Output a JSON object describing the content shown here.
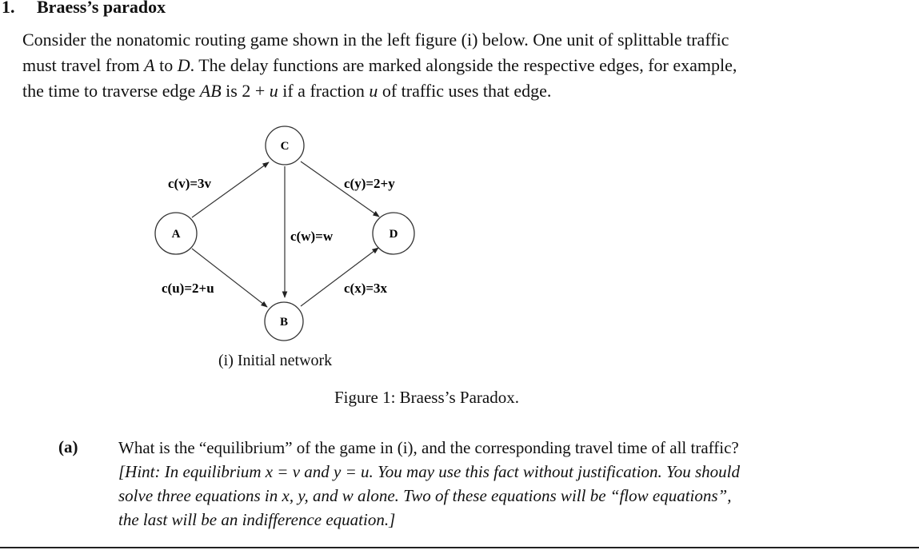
{
  "section": {
    "number": "1.",
    "title": "Braess’s paradox"
  },
  "intro": {
    "line1": "Consider the nonatomic routing game shown in the left figure (i) below. One unit of splittable traffic",
    "line2_a": "must travel from ",
    "line2_A": "A",
    "line2_b": " to ",
    "line2_D": "D",
    "line2_c": ". The delay functions are marked alongside the respective edges, for example,",
    "line3_a": "the time to traverse edge ",
    "line3_AB": "AB",
    "line3_b": " is 2 + ",
    "line3_u": "u",
    "line3_c": " if a fraction ",
    "line3_u2": "u",
    "line3_d": " of traffic uses that edge."
  },
  "diagram": {
    "nodes": {
      "A": "A",
      "B": "B",
      "C": "C",
      "D": "D"
    },
    "edges": {
      "AC": "c(v)=3v",
      "CD": "c(y)=2+y",
      "CB": "c(w)=w",
      "AB": "c(u)=2+u",
      "BD": "c(x)=3x"
    },
    "subcaption": "(i) Initial network"
  },
  "figure_caption": "Figure 1: Braess’s Paradox.",
  "part_a": {
    "label": "(a)",
    "question": "What is the “equilibrium” of the game in (i), and the corresponding travel time of all traffic?",
    "hint_line1": "[Hint: In equilibrium x = v and y = u. You may use this fact without justification. You should",
    "hint_line2": "solve three equations in x, y, and w alone. Two of these equations will be “flow equations”,",
    "hint_line3": "the last will be an indifference equation.]"
  }
}
